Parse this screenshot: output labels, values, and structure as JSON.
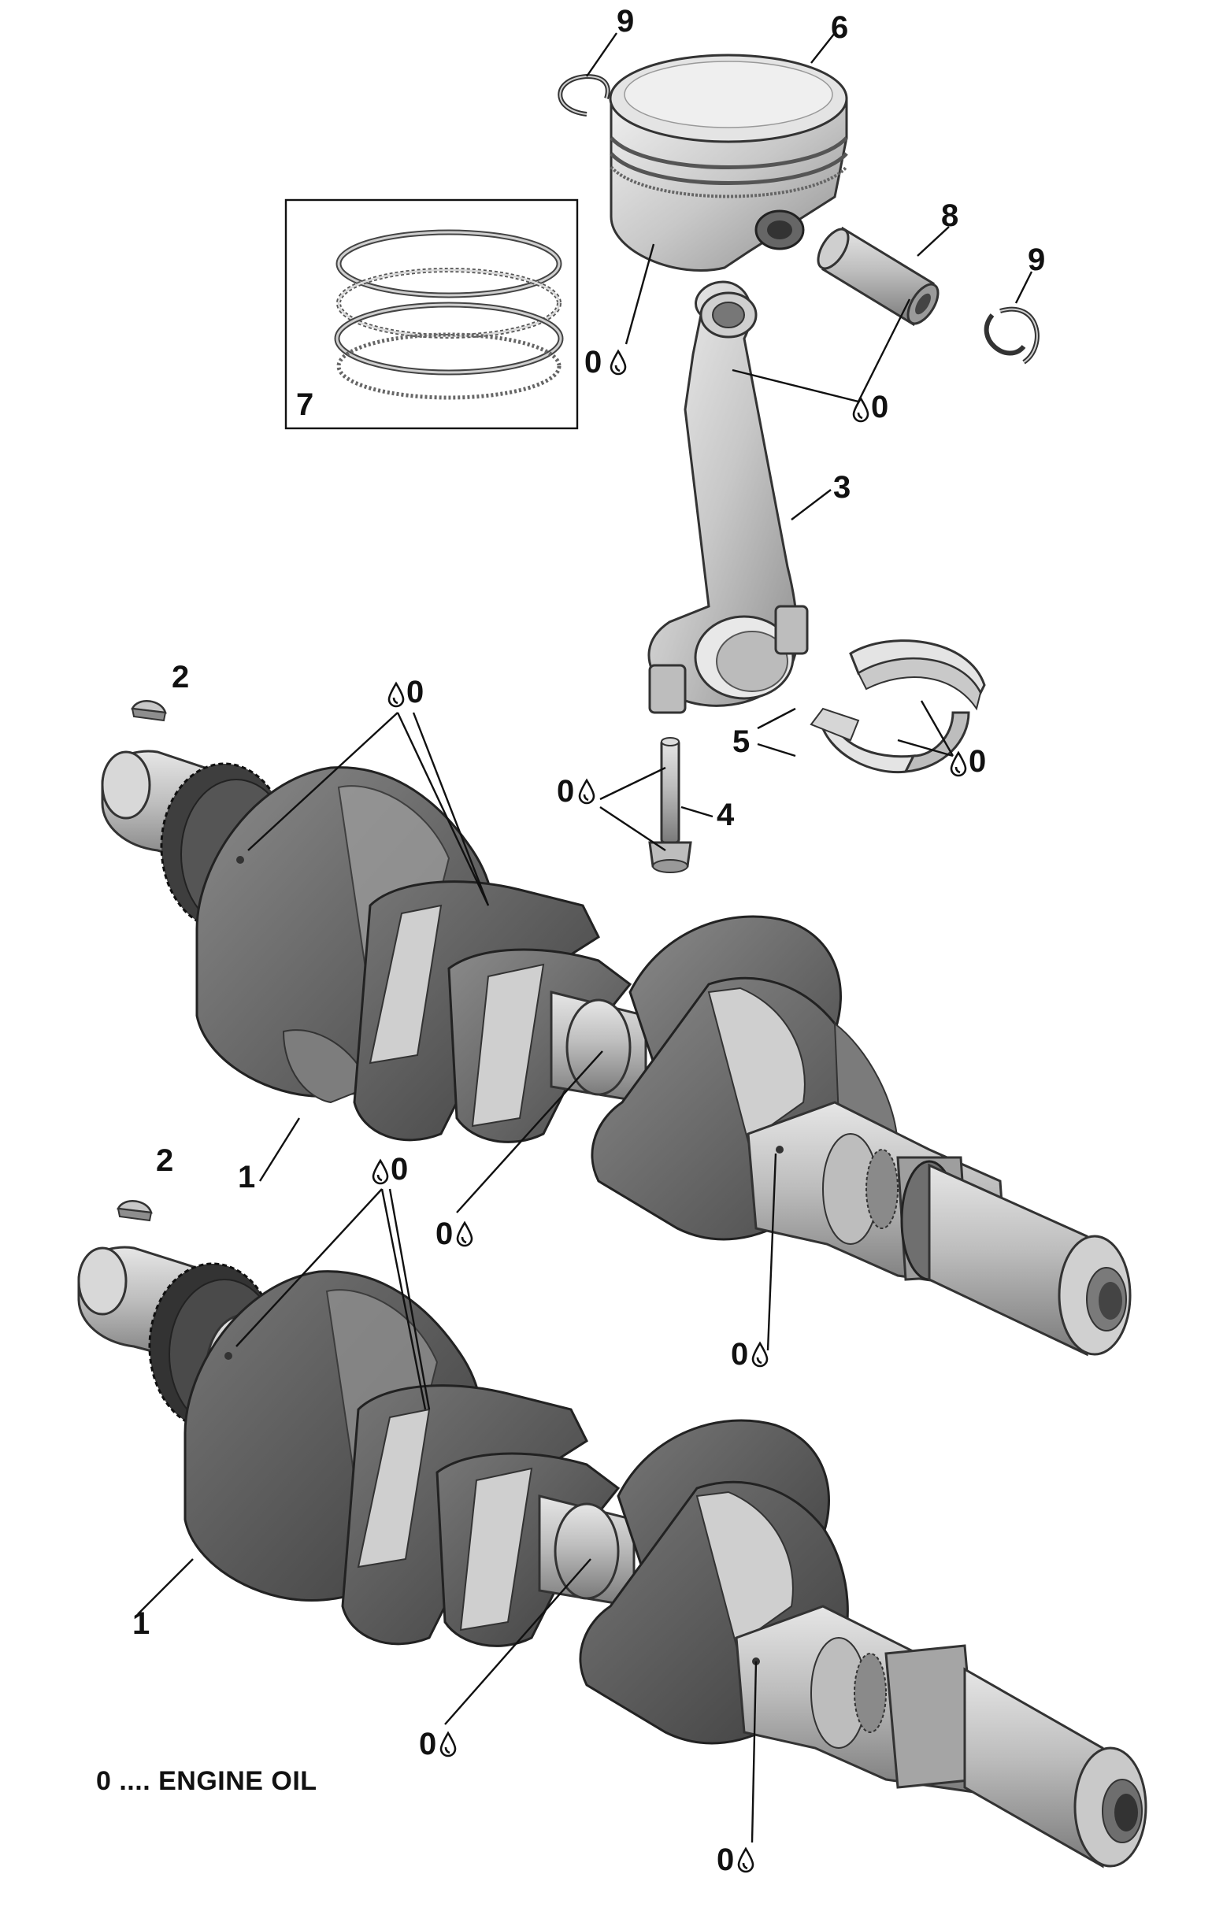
{
  "callouts": {
    "c1a": "1",
    "c1b": "1",
    "c2a": "2",
    "c2b": "2",
    "c3": "3",
    "c4": "4",
    "c5": "5",
    "c6": "6",
    "c7": "7",
    "c8": "8",
    "c9a": "9",
    "c9b": "9"
  },
  "oil_marks": {
    "piston": "0",
    "pin": "0",
    "bearing": "0",
    "bolt": "0",
    "crank_top_journal": "0",
    "crank_top_mid": "0",
    "crank_top_end": "0",
    "crank_bot_journal": "0",
    "crank_bot_mid": "0",
    "crank_bot_end": "0"
  },
  "legend": {
    "text": "0 .... ENGINE OIL"
  },
  "colors": {
    "part_light": "#d6d6d6",
    "part_mid": "#a9a9a9",
    "part_dark": "#6e6e6e",
    "crank_dark": "#555555",
    "ink": "#111111"
  }
}
